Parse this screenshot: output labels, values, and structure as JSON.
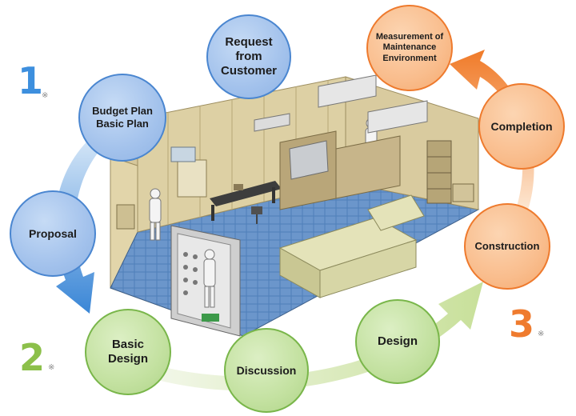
{
  "steps": {
    "step1": {
      "number": "1",
      "note": "※",
      "color": "#3d8fde"
    },
    "step2": {
      "number": "2",
      "note": "※",
      "color": "#8cc04a"
    },
    "step3": {
      "number": "3",
      "note": "※",
      "color": "#ef7b2e"
    }
  },
  "nodes": {
    "request": {
      "line1": "Request",
      "line2": "from",
      "line3": "Customer"
    },
    "budget": {
      "line1": "Budget Plan",
      "line2": "Basic Plan"
    },
    "proposal": {
      "label": "Proposal"
    },
    "basic_design": {
      "line1": "Basic",
      "line2": "Design"
    },
    "discussion": {
      "label": "Discussion"
    },
    "design": {
      "label": "Design"
    },
    "construction": {
      "label": "Construction"
    },
    "completion": {
      "label": "Completion"
    },
    "measurement": {
      "line1": "Measurement of",
      "line2": "Maintenance",
      "line3": "Environment"
    }
  }
}
